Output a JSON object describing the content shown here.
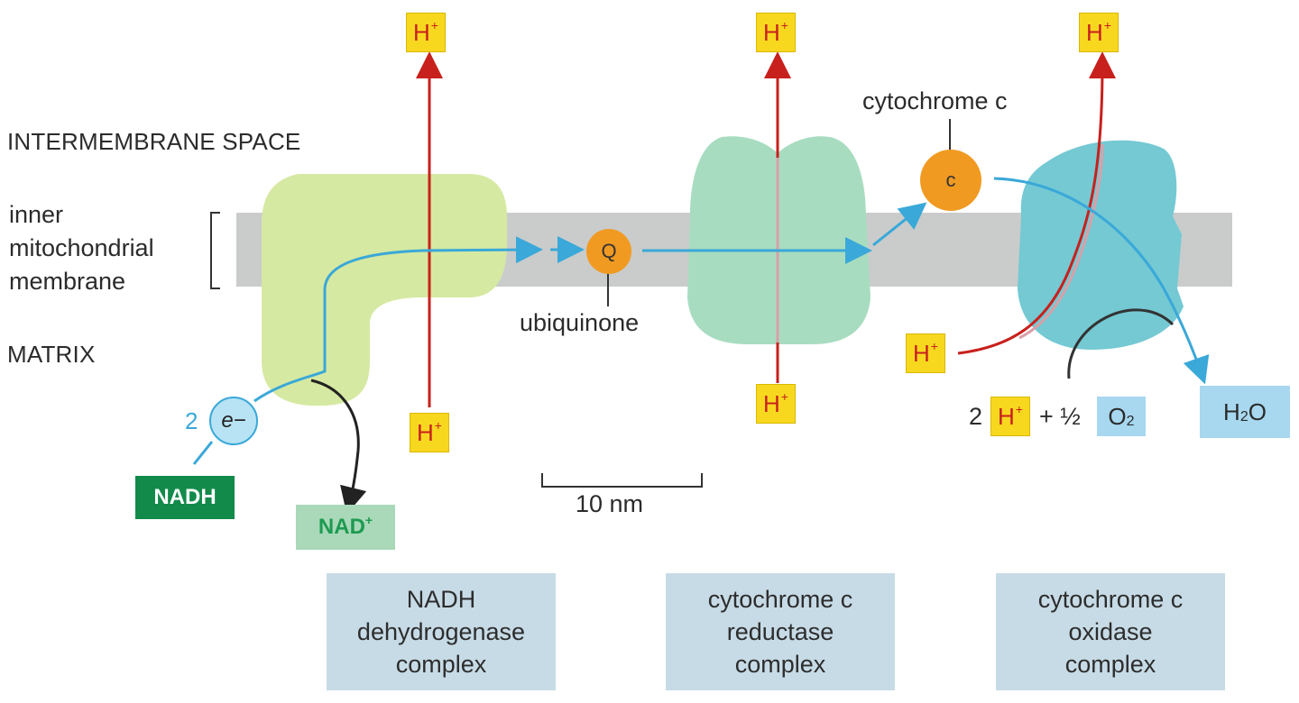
{
  "regions": {
    "intermembrane": "INTERMEMBRANE SPACE",
    "inner_membrane_line1": "inner",
    "inner_membrane_line2": "mitochondrial",
    "inner_membrane_line3": "membrane",
    "matrix": "MATRIX"
  },
  "proton": {
    "symbol": "H",
    "charge": "+"
  },
  "electron": {
    "count": "2",
    "symbol": "e−"
  },
  "nadh": "NADH",
  "nad_plus": {
    "symbol": "NAD",
    "charge": "+"
  },
  "ubiquinone": {
    "symbol": "Q",
    "label": "ubiquinone"
  },
  "cytochrome_c": {
    "symbol": "c",
    "label": "cytochrome c"
  },
  "scale_bar": "10 nm",
  "reaction": {
    "coef": "2",
    "plus_half": "+ ½",
    "o2": "O",
    "o2_sub": "2",
    "water": "H",
    "water_sub": "2",
    "water_tail": "O"
  },
  "complexes": {
    "nadh_dehydrogenase": [
      "NADH",
      "dehydrogenase",
      "complex"
    ],
    "cyt_c_reductase": [
      "cytochrome c",
      "reductase",
      "complex"
    ],
    "cyt_c_oxidase": [
      "cytochrome c",
      "oxidase",
      "complex"
    ]
  },
  "colors": {
    "membrane": "#c9cccb",
    "complex1": "#d6e9a2",
    "complex2": "#a8dcc0",
    "complex3": "#74c9d3",
    "proton_arrow": "#c8201c",
    "electron_path": "#3aa8d8",
    "carrier": "#f19a22"
  }
}
